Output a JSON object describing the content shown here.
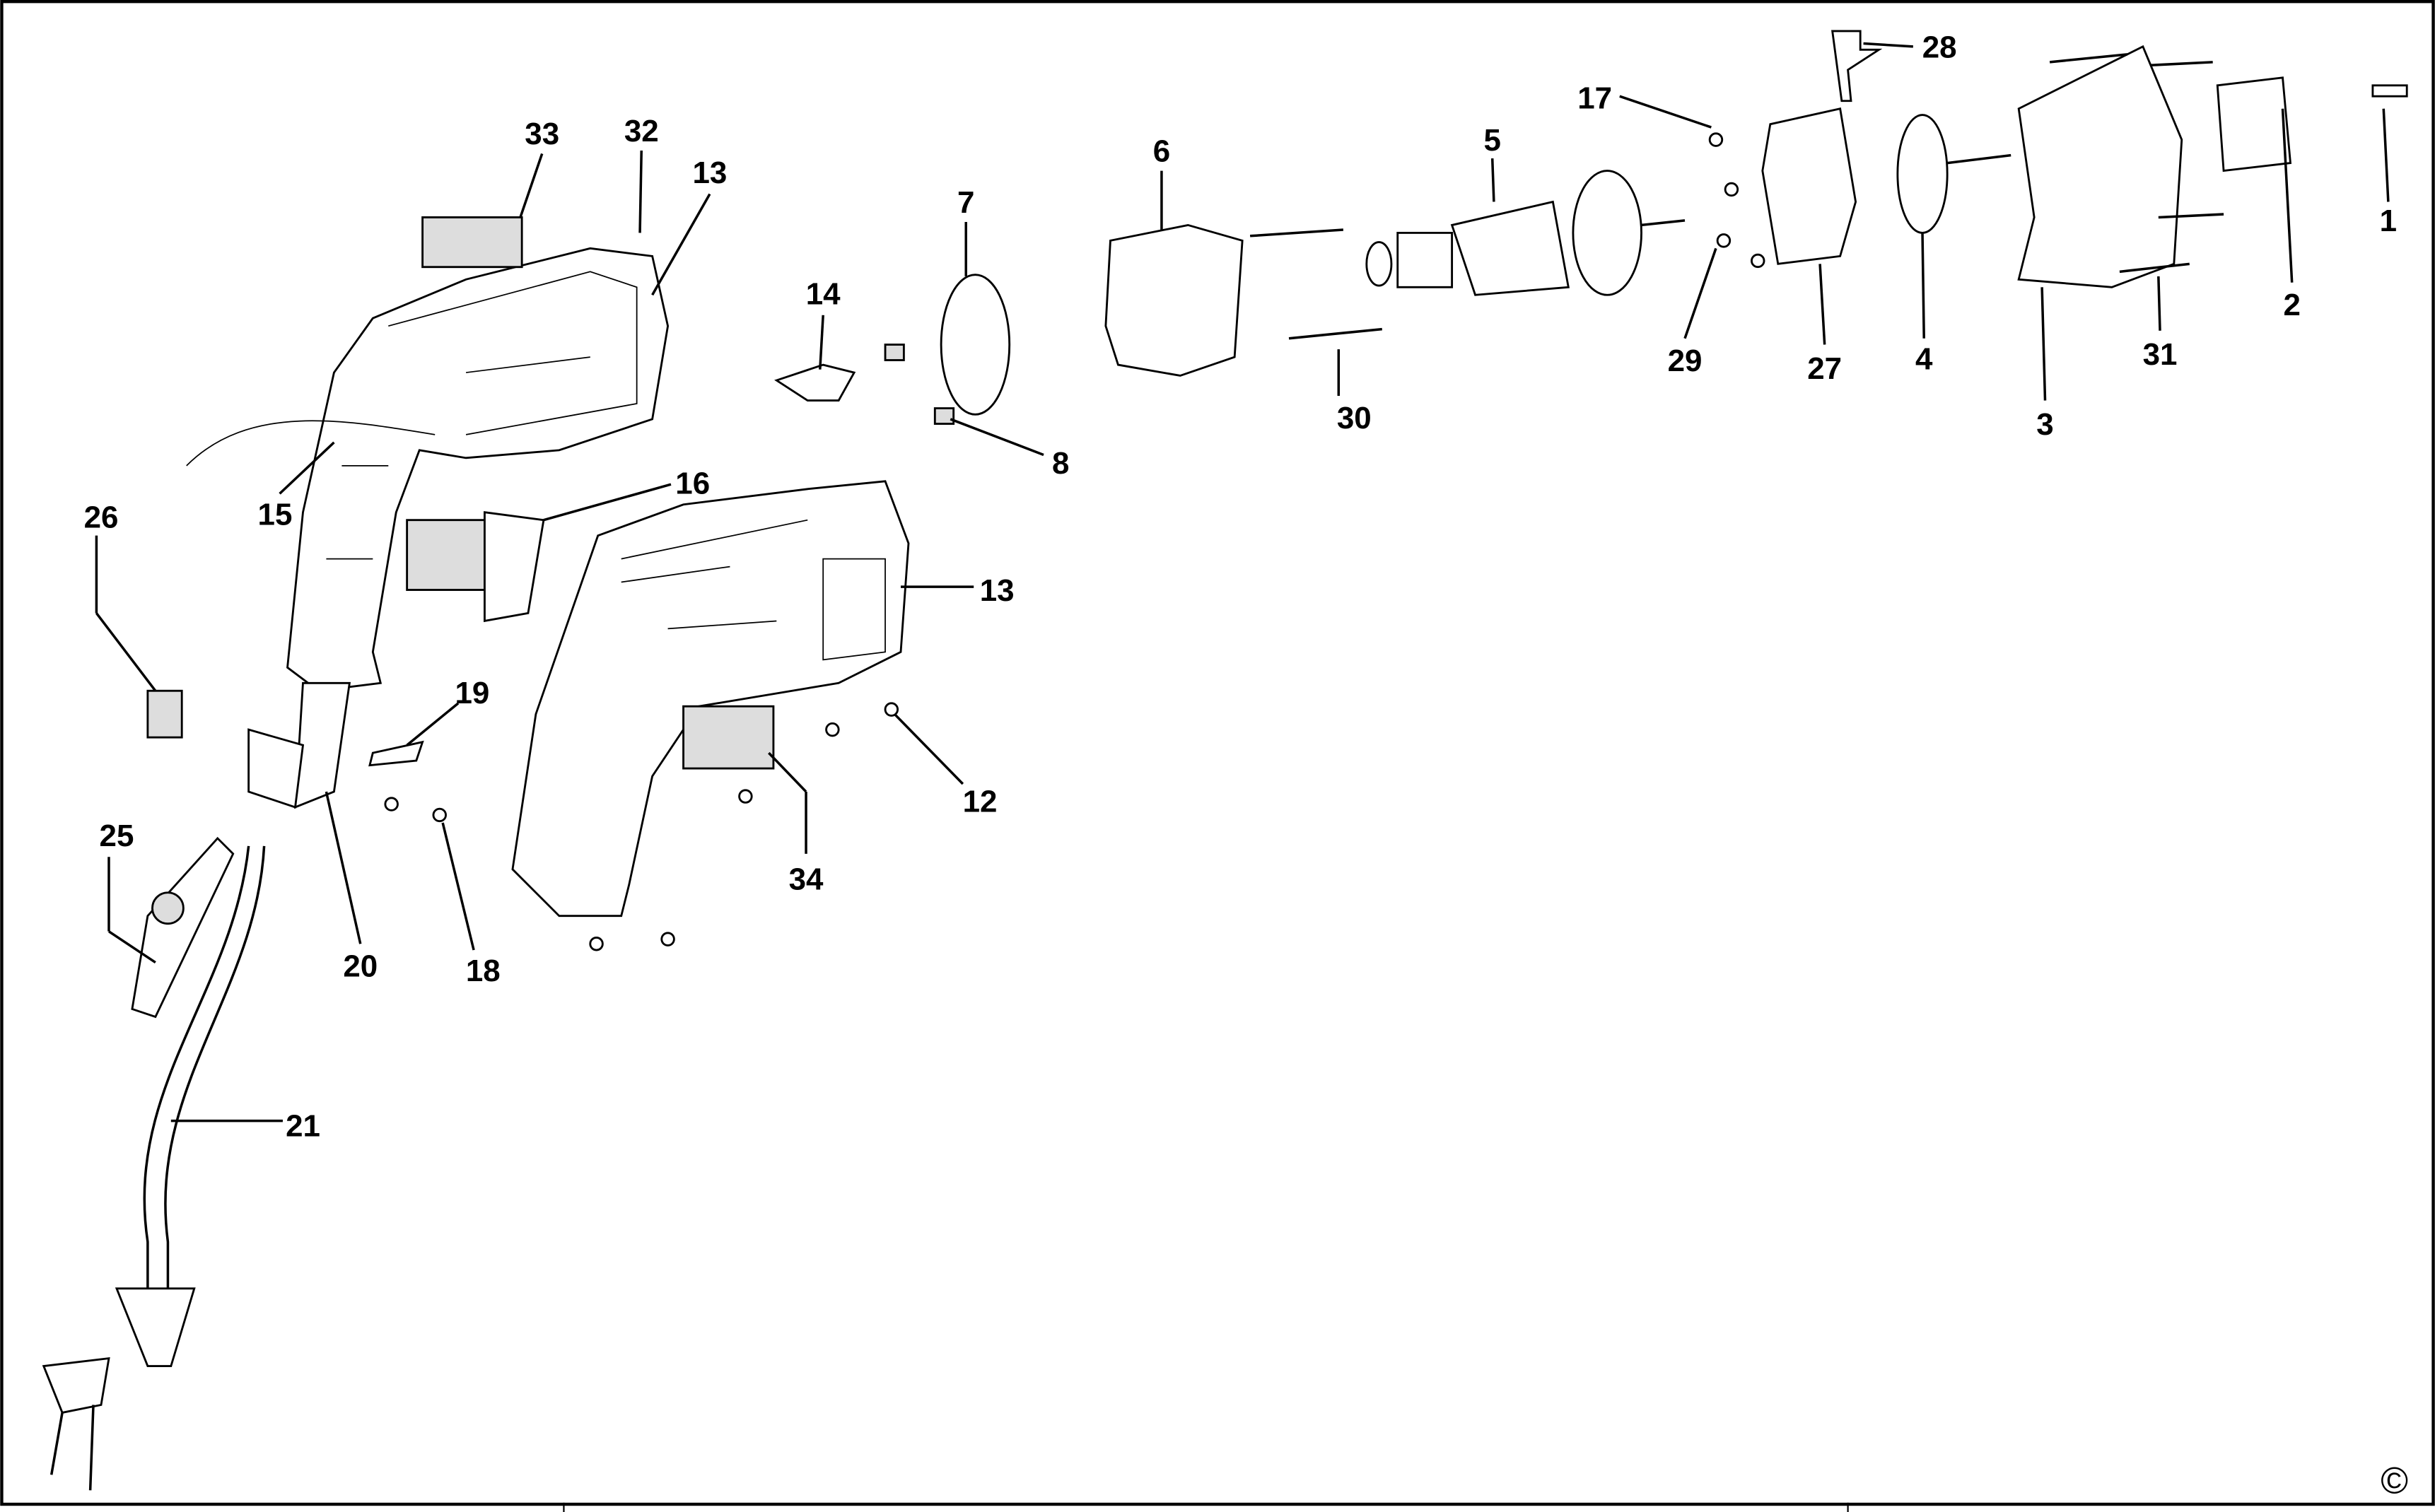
{
  "diagram": {
    "type": "exploded parts diagram",
    "labels": {
      "p1": "1",
      "p2": "2",
      "p3": "3",
      "p4": "4",
      "p5": "5",
      "p6": "6",
      "p7": "7",
      "p8": "8",
      "p12": "12",
      "p13a": "13",
      "p13b": "13",
      "p14": "14",
      "p15": "15",
      "p16": "16",
      "p17": "17",
      "p18": "18",
      "p19": "19",
      "p20": "20",
      "p21": "21",
      "p25": "25",
      "p26": "26",
      "p27": "27",
      "p28": "28",
      "p29": "29",
      "p30": "30",
      "p31": "31",
      "p32": "32",
      "p33": "33",
      "p34": "34"
    },
    "copyright": "©"
  }
}
